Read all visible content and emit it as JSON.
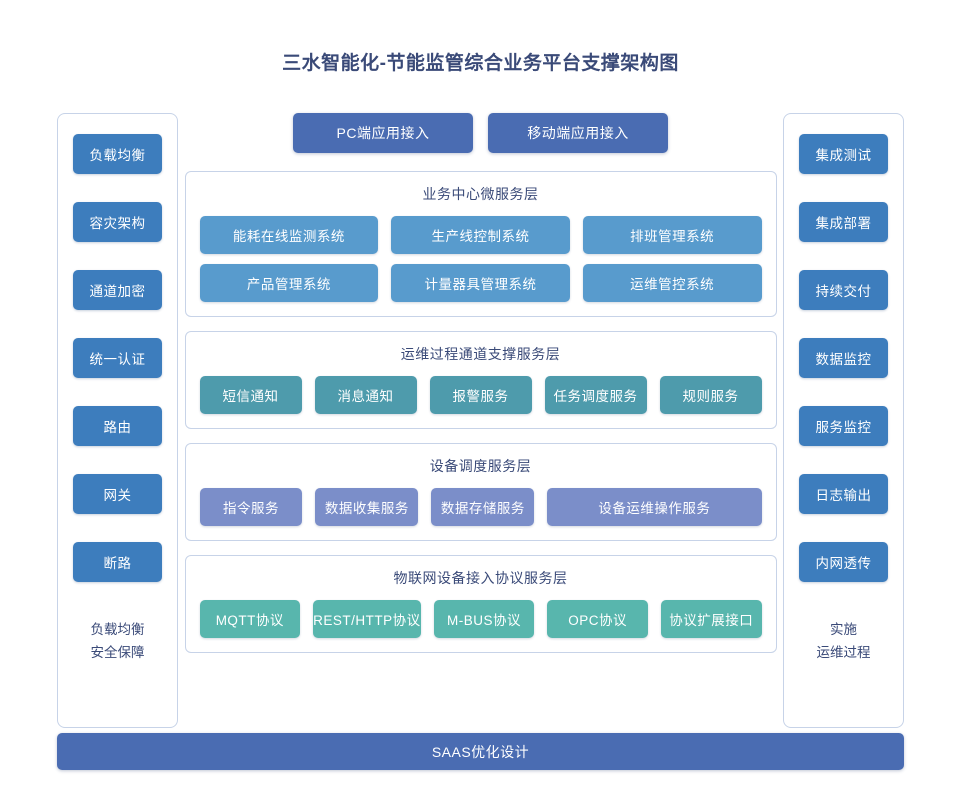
{
  "title": "三水智能化-节能监管综合业务平台支撑架构图",
  "colors": {
    "title_text": "#3a4a78",
    "frame_border": "#c7d3e8",
    "access_button": "#4a6cb2",
    "side_chip": "#3d7dbd",
    "business_chip": "#589bcd",
    "channel_chip": "#4e9bac",
    "device_chip": "#7b8ec9",
    "iot_chip": "#58b6ad",
    "bottom_bar": "#4a6cb2",
    "background": "#ffffff"
  },
  "left_column": {
    "items": [
      {
        "label": "负载均衡"
      },
      {
        "label": "容灾架构"
      },
      {
        "label": "通道加密"
      },
      {
        "label": "统一认证"
      },
      {
        "label": "路由"
      },
      {
        "label": "网关"
      },
      {
        "label": "断路"
      }
    ],
    "caption_line1": "负载均衡",
    "caption_line2": "安全保障"
  },
  "right_column": {
    "items": [
      {
        "label": "集成测试"
      },
      {
        "label": "集成部署"
      },
      {
        "label": "持续交付"
      },
      {
        "label": "数据监控"
      },
      {
        "label": "服务监控"
      },
      {
        "label": "日志输出"
      },
      {
        "label": "内网透传"
      }
    ],
    "caption_line1": "实施",
    "caption_line2": "运维过程"
  },
  "access_row": {
    "buttons": [
      {
        "label": "PC端应用接入"
      },
      {
        "label": "移动端应用接入"
      }
    ]
  },
  "layers": [
    {
      "id": "business",
      "title": "业务中心微服务层",
      "rows": [
        [
          {
            "label": "能耗在线监测系统",
            "span": 1
          },
          {
            "label": "生产线控制系统",
            "span": 1
          },
          {
            "label": "排班管理系统",
            "span": 1
          }
        ],
        [
          {
            "label": "产品管理系统",
            "span": 1
          },
          {
            "label": "计量器具管理系统",
            "span": 1
          },
          {
            "label": "运维管控系统",
            "span": 1
          }
        ]
      ]
    },
    {
      "id": "channel",
      "title": "运维过程通道支撑服务层",
      "rows": [
        [
          {
            "label": "短信通知",
            "span": 1
          },
          {
            "label": "消息通知",
            "span": 1
          },
          {
            "label": "报警服务",
            "span": 1
          },
          {
            "label": "任务调度服务",
            "span": 1
          },
          {
            "label": "规则服务",
            "span": 1
          }
        ]
      ]
    },
    {
      "id": "device",
      "title": "设备调度服务层",
      "rows": [
        [
          {
            "label": "指令服务",
            "span": 1
          },
          {
            "label": "数据收集服务",
            "span": 1
          },
          {
            "label": "数据存储服务",
            "span": 1
          },
          {
            "label": "设备运维操作服务",
            "span": 2
          }
        ]
      ]
    },
    {
      "id": "iot",
      "title": "物联网设备接入协议服务层",
      "rows": [
        [
          {
            "label": "MQTT协议",
            "span": 1
          },
          {
            "label": "REST/HTTP协议",
            "span": 1
          },
          {
            "label": "M-BUS协议",
            "span": 1
          },
          {
            "label": "OPC协议",
            "span": 1
          },
          {
            "label": "协议扩展接口",
            "span": 1
          }
        ]
      ]
    }
  ],
  "bottom_bar": {
    "label": "SAAS优化设计"
  }
}
